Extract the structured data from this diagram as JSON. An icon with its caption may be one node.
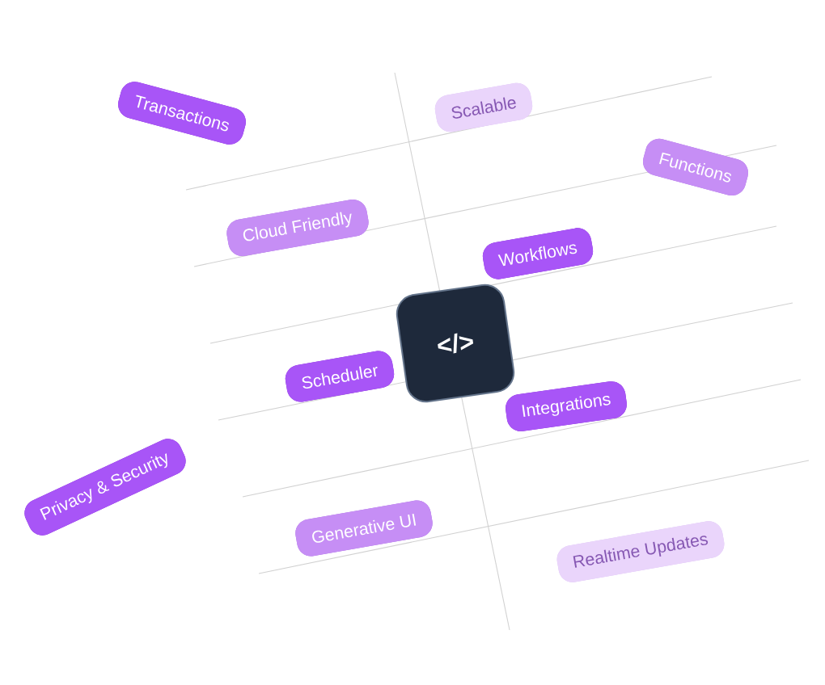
{
  "diagram": {
    "nodes": [
      {
        "text": [
          "Transactions"
        ]
      },
      {
        "text": [
          "Scalable"
        ]
      },
      {
        "text": [
          "Functions"
        ]
      },
      {
        "text": [
          "Cloud Friendly"
        ]
      },
      {
        "text": [
          "Workflows"
        ]
      },
      {
        "text": [
          "</>"
        ]
      },
      {
        "text": [
          "Scheduler"
        ]
      },
      {
        "text": [
          "Integrations"
        ]
      },
      {
        "text": [
          "Privacy & Security"
        ]
      },
      {
        "text": [
          "Generative UI"
        ]
      },
      {
        "text": [
          "Realtime Updates"
        ]
      }
    ]
  }
}
